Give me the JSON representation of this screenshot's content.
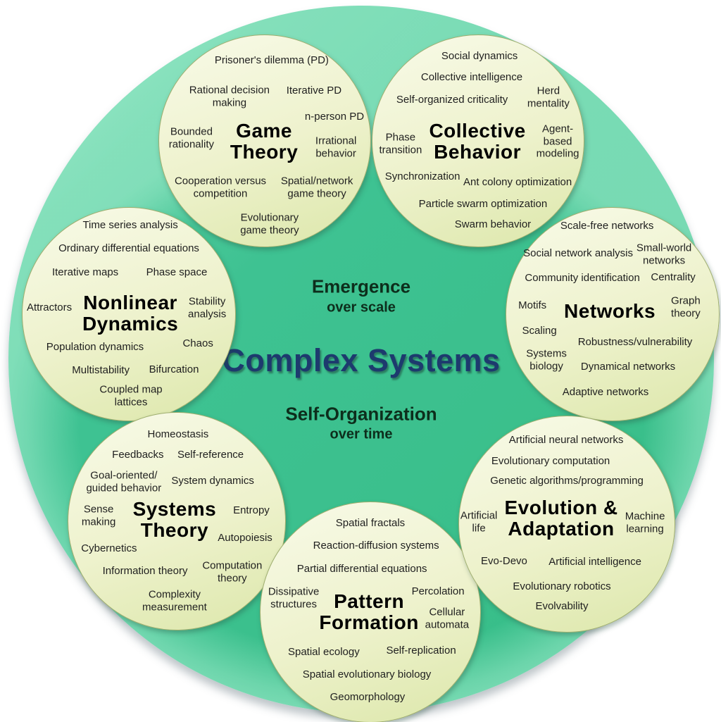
{
  "center": {
    "title": "Complex Systems",
    "emergence": "Emergence",
    "emergence_sub": "over scale",
    "self_organization": "Self-Organization",
    "self_organization_sub": "over time"
  },
  "colors": {
    "outer_green": "#3abf8b",
    "outer_green_light": "#93e8c6",
    "bubble_fill_top": "#f8fae8",
    "bubble_fill_bottom": "#dce7aa",
    "bubble_border": "#9fae6e",
    "title_navy": "#1d3a6e",
    "label_dark": "#0d2e1c",
    "item_text": "#1f1f1f"
  },
  "circles": {
    "game_theory": {
      "title": "Game\nTheory",
      "items": [
        "Prisoner's dilemma (PD)",
        "Rational decision\nmaking",
        "Iterative PD",
        "n-person PD",
        "Bounded\nrationality",
        "Irrational\nbehavior",
        "Cooperation versus\ncompetition",
        "Spatial/network\ngame theory",
        "Evolutionary\ngame theory"
      ]
    },
    "collective_behavior": {
      "title": "Collective\nBehavior",
      "items": [
        "Social dynamics",
        "Collective intelligence",
        "Herd\nmentality",
        "Self-organized criticality",
        "Phase\ntransition",
        "Agent-\nbased\nmodeling",
        "Synchronization",
        "Ant colony optimization",
        "Particle swarm optimization",
        "Swarm behavior"
      ]
    },
    "networks": {
      "title": "Networks",
      "items": [
        "Scale-free networks",
        "Social network analysis",
        "Small-world\nnetworks",
        "Community identification",
        "Centrality",
        "Motifs",
        "Graph\ntheory",
        "Scaling",
        "Robustness/vulnerability",
        "Systems\nbiology",
        "Dynamical networks",
        "Adaptive networks"
      ]
    },
    "nonlinear_dynamics": {
      "title": "Nonlinear\nDynamics",
      "items": [
        "Time series analysis",
        "Ordinary differential equations",
        "Iterative maps",
        "Phase space",
        "Attractors",
        "Stability\nanalysis",
        "Population dynamics",
        "Chaos",
        "Multistability",
        "Bifurcation",
        "Coupled map\nlattices"
      ]
    },
    "systems_theory": {
      "title": "Systems\nTheory",
      "items": [
        "Homeostasis",
        "Feedbacks",
        "Self-reference",
        "Goal-oriented/\nguided behavior",
        "System dynamics",
        "Sense\nmaking",
        "Entropy",
        "Autopoiesis",
        "Cybernetics",
        "Information theory",
        "Computation\ntheory",
        "Complexity\nmeasurement"
      ]
    },
    "pattern_formation": {
      "title": "Pattern\nFormation",
      "items": [
        "Spatial fractals",
        "Reaction-diffusion systems",
        "Partial differential equations",
        "Dissipative\nstructures",
        "Percolation",
        "Cellular\nautomata",
        "Spatial ecology",
        "Self-replication",
        "Spatial evolutionary biology",
        "Geomorphology"
      ]
    },
    "evolution_adaptation": {
      "title": "Evolution &\nAdaptation",
      "items": [
        "Artificial neural networks",
        "Evolutionary computation",
        "Genetic algorithms/programming",
        "Artificial\nlife",
        "Machine\nlearning",
        "Evo-Devo",
        "Artificial intelligence",
        "Evolutionary robotics",
        "Evolvability"
      ]
    }
  }
}
